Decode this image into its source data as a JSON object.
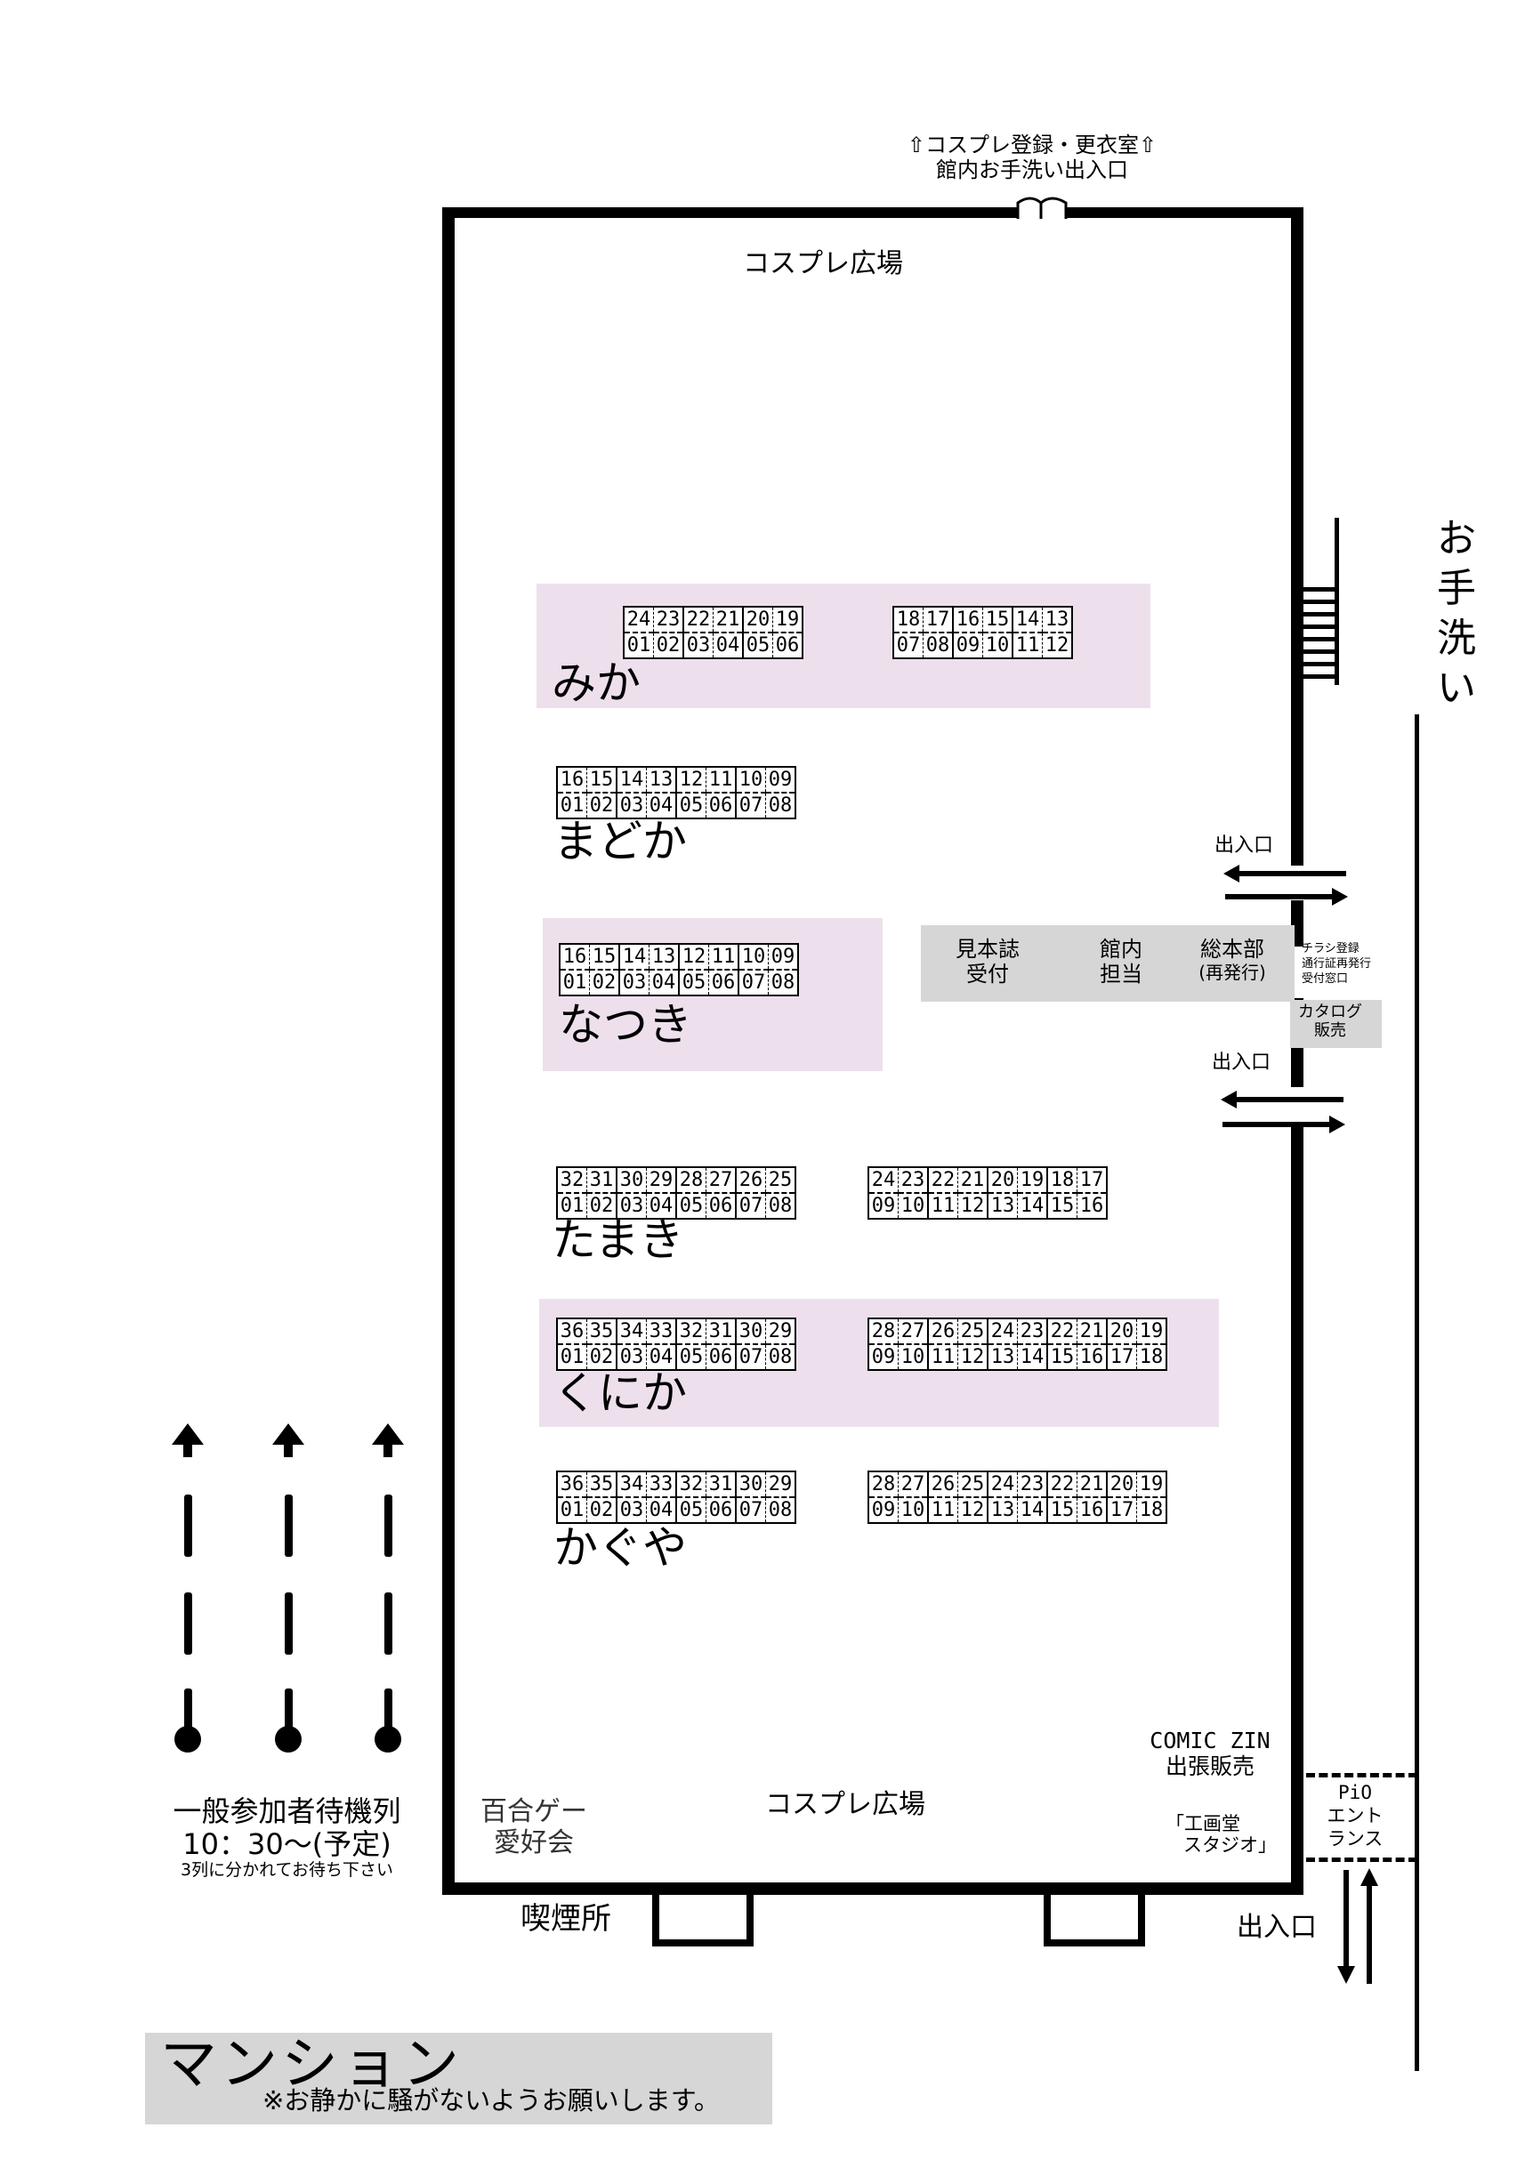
{
  "top_entrance": {
    "line1": "⇧コスプレ登録・更衣室⇧",
    "line2": "館内お手洗い出入口"
  },
  "cosplay_top": "コスプレ広場",
  "cosplay_bottom": "コスプレ広場",
  "toilet_right": [
    "お",
    "手",
    "洗",
    "い"
  ],
  "exits": {
    "upper": "出入口",
    "lower": "出入口",
    "bottom_right": "出入口"
  },
  "counters": {
    "mihon": [
      "見本誌",
      "受付"
    ],
    "kannai": [
      "館内",
      "担当"
    ],
    "soubu": [
      "総本部",
      "(再発行)"
    ],
    "chirashi": [
      "チラシ登録",
      "通行証再発行",
      "受付窓口"
    ],
    "catalog": [
      "カタログ",
      "販売"
    ]
  },
  "islands": [
    {
      "name": "みか",
      "highlight": true,
      "blocks": [
        {
          "top": [
            "24",
            "23",
            "22",
            "21",
            "20",
            "19"
          ],
          "bottom": [
            "01",
            "02",
            "03",
            "04",
            "05",
            "06"
          ]
        },
        {
          "top": [
            "18",
            "17",
            "16",
            "15",
            "14",
            "13"
          ],
          "bottom": [
            "07",
            "08",
            "09",
            "10",
            "11",
            "12"
          ]
        }
      ]
    },
    {
      "name": "まどか",
      "highlight": false,
      "blocks": [
        {
          "top": [
            "16",
            "15",
            "14",
            "13",
            "12",
            "11",
            "10",
            "09"
          ],
          "bottom": [
            "01",
            "02",
            "03",
            "04",
            "05",
            "06",
            "07",
            "08"
          ]
        }
      ]
    },
    {
      "name": "なつき",
      "highlight": true,
      "blocks": [
        {
          "top": [
            "16",
            "15",
            "14",
            "13",
            "12",
            "11",
            "10",
            "09"
          ],
          "bottom": [
            "01",
            "02",
            "03",
            "04",
            "05",
            "06",
            "07",
            "08"
          ]
        }
      ]
    },
    {
      "name": "たまき",
      "highlight": false,
      "blocks": [
        {
          "top": [
            "32",
            "31",
            "30",
            "29",
            "28",
            "27",
            "26",
            "25"
          ],
          "bottom": [
            "01",
            "02",
            "03",
            "04",
            "05",
            "06",
            "07",
            "08"
          ]
        },
        {
          "top": [
            "24",
            "23",
            "22",
            "21",
            "20",
            "19",
            "18",
            "17"
          ],
          "bottom": [
            "09",
            "10",
            "11",
            "12",
            "13",
            "14",
            "15",
            "16"
          ]
        }
      ]
    },
    {
      "name": "くにか",
      "highlight": true,
      "blocks": [
        {
          "top": [
            "36",
            "35",
            "34",
            "33",
            "32",
            "31",
            "30",
            "29"
          ],
          "bottom": [
            "01",
            "02",
            "03",
            "04",
            "05",
            "06",
            "07",
            "08"
          ]
        },
        {
          "top": [
            "28",
            "27",
            "26",
            "25",
            "24",
            "23",
            "22",
            "21",
            "20",
            "19"
          ],
          "bottom": [
            "09",
            "10",
            "11",
            "12",
            "13",
            "14",
            "15",
            "16",
            "17",
            "18"
          ]
        }
      ]
    },
    {
      "name": "かぐや",
      "highlight": false,
      "blocks": [
        {
          "top": [
            "36",
            "35",
            "34",
            "33",
            "32",
            "31",
            "30",
            "29"
          ],
          "bottom": [
            "01",
            "02",
            "03",
            "04",
            "05",
            "06",
            "07",
            "08"
          ]
        },
        {
          "top": [
            "28",
            "27",
            "26",
            "25",
            "24",
            "23",
            "22",
            "21",
            "20",
            "19"
          ],
          "bottom": [
            "09",
            "10",
            "11",
            "12",
            "13",
            "14",
            "15",
            "16",
            "17",
            "18"
          ]
        }
      ]
    }
  ],
  "comic_zin": [
    "COMIC ZIN",
    "出張販売"
  ],
  "studio": [
    "「工画堂",
    "スタジオ」"
  ],
  "yuri": [
    "百合ゲー",
    "愛好会"
  ],
  "pio": [
    "PiO",
    "エント",
    "ランス"
  ],
  "smoking": "喫煙所",
  "queue": {
    "title": "一般参加者待機列",
    "time": "10：30〜(予定)",
    "note": "3列に分かれてお待ち下さい"
  },
  "mansion": {
    "title": "マンション",
    "note": "※お静かに騒がないようお願いします。"
  }
}
